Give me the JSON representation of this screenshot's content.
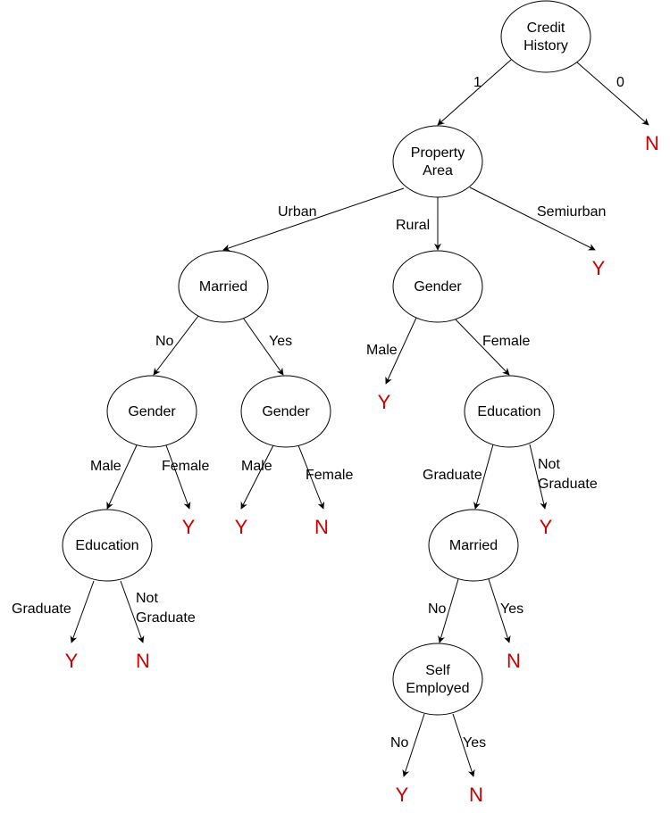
{
  "colors": {
    "leaf": "#cc0000",
    "stroke": "#000000",
    "background": "#ffffff"
  },
  "nodes": {
    "credit_history": [
      "Credit",
      "History"
    ],
    "property_area": [
      "Property",
      "Area"
    ],
    "married_urban": [
      "Married"
    ],
    "gender_rural": [
      "Gender"
    ],
    "gender_urban_no": [
      "Gender"
    ],
    "gender_urban_yes": [
      "Gender"
    ],
    "education_rural": [
      "Education"
    ],
    "education_urban": [
      "Education"
    ],
    "married_rural": [
      "Married"
    ],
    "self_employed": [
      "Self",
      "Employed"
    ]
  },
  "edges": {
    "credit_1": [
      "1"
    ],
    "credit_0": [
      "0"
    ],
    "urban": [
      "Urban"
    ],
    "rural": [
      "Rural"
    ],
    "semiurban": [
      "Semiurban"
    ],
    "married_no": [
      "No"
    ],
    "married_yes": [
      "Yes"
    ],
    "gender_rural_male": [
      "Male"
    ],
    "gender_rural_female": [
      "Female"
    ],
    "gender_no_male": [
      "Male"
    ],
    "gender_no_female": [
      "Female"
    ],
    "gender_yes_male": [
      "Male"
    ],
    "gender_yes_female": [
      "Female"
    ],
    "edu_urban_graduate": [
      "Graduate"
    ],
    "edu_urban_not_graduate": [
      "Not",
      "Graduate"
    ],
    "edu_rural_graduate": [
      "Graduate"
    ],
    "edu_rural_not_graduate": [
      "Not",
      "Graduate"
    ],
    "married_rural_no": [
      "No"
    ],
    "married_rural_yes": [
      "Yes"
    ],
    "self_no": [
      "No"
    ],
    "self_yes": [
      "Yes"
    ]
  },
  "leaves": {
    "credit0": "N",
    "semiurban": "Y",
    "rural_male": "Y",
    "gender_no_female": "Y",
    "gender_yes_male": "Y",
    "gender_yes_female": "N",
    "edu_rural_not_graduate": "Y",
    "edu_urban_graduate": "Y",
    "edu_urban_not_graduate": "N",
    "married_rural_yes": "N",
    "self_no": "Y",
    "self_yes": "N"
  }
}
